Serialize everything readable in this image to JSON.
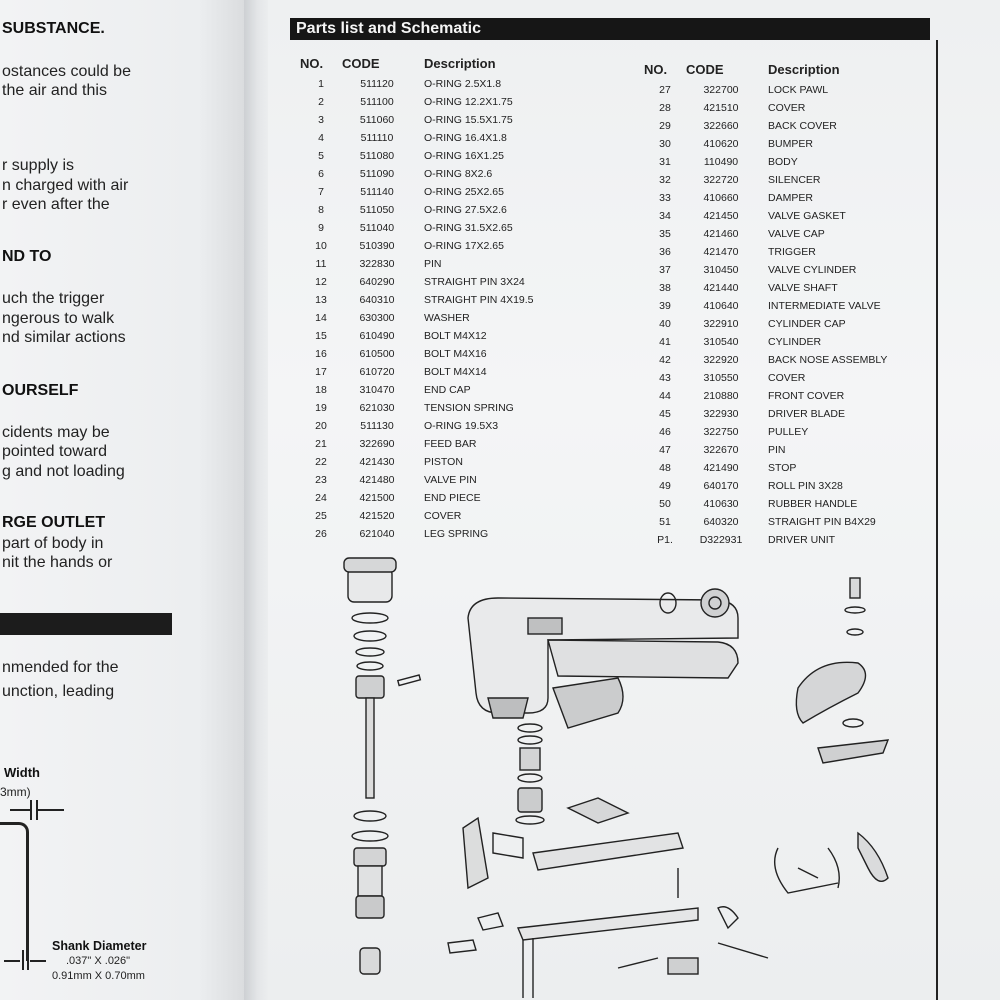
{
  "left_page": {
    "lines": [
      {
        "text": "SUBSTANCE.",
        "bold": true
      },
      {
        "text": "ostances could be",
        "bold": false
      },
      {
        "text": "the air and this",
        "bold": false
      },
      {
        "text": "r supply is",
        "bold": false
      },
      {
        "text": "n charged with air",
        "bold": false
      },
      {
        "text": "r even after the",
        "bold": false
      },
      {
        "text": "ND TO",
        "bold": true
      },
      {
        "text": "uch the trigger",
        "bold": false
      },
      {
        "text": "ngerous to walk",
        "bold": false
      },
      {
        "text": "nd similar actions",
        "bold": false
      },
      {
        "text": "OURSELF",
        "bold": true
      },
      {
        "text": "cidents may be",
        "bold": false
      },
      {
        "text": "pointed toward",
        "bold": false
      },
      {
        "text": "g and not loading",
        "bold": false
      },
      {
        "text": "RGE OUTLET",
        "bold": true
      },
      {
        "text": "part of body in",
        "bold": false
      },
      {
        "text": "nit the hands or",
        "bold": false
      },
      {
        "text": "nmended for the",
        "bold": false
      },
      {
        "text": "unction, leading",
        "bold": false
      }
    ],
    "width_label": "Width",
    "width_value": "3mm)",
    "shank_label": "Shank Diameter",
    "shank_in": ".037\" X .026\"",
    "shank_mm": "0.91mm X 0.70mm"
  },
  "section_title": "Parts list and Schematic",
  "columns": {
    "no": "NO.",
    "code": "CODE",
    "description": "Description"
  },
  "parts_left": [
    {
      "no": "1",
      "code": "511120",
      "desc": "O-RING 2.5X1.8"
    },
    {
      "no": "2",
      "code": "511100",
      "desc": "O-RING 12.2X1.75"
    },
    {
      "no": "3",
      "code": "511060",
      "desc": "O-RING 15.5X1.75"
    },
    {
      "no": "4",
      "code": "511110",
      "desc": "O-RING 16.4X1.8"
    },
    {
      "no": "5",
      "code": "511080",
      "desc": "O-RING 16X1.25"
    },
    {
      "no": "6",
      "code": "511090",
      "desc": "O-RING 8X2.6"
    },
    {
      "no": "7",
      "code": "511140",
      "desc": "O-RING 25X2.65"
    },
    {
      "no": "8",
      "code": "511050",
      "desc": "O-RING 27.5X2.6"
    },
    {
      "no": "9",
      "code": "511040",
      "desc": "O-RING 31.5X2.65"
    },
    {
      "no": "10",
      "code": "510390",
      "desc": "O-RING 17X2.65"
    },
    {
      "no": "11",
      "code": "322830",
      "desc": "PIN"
    },
    {
      "no": "12",
      "code": "640290",
      "desc": "STRAIGHT PIN 3X24"
    },
    {
      "no": "13",
      "code": "640310",
      "desc": "STRAIGHT PIN 4X19.5"
    },
    {
      "no": "14",
      "code": "630300",
      "desc": "WASHER"
    },
    {
      "no": "15",
      "code": "610490",
      "desc": "BOLT M4X12"
    },
    {
      "no": "16",
      "code": "610500",
      "desc": "BOLT M4X16"
    },
    {
      "no": "17",
      "code": "610720",
      "desc": "BOLT M4X14"
    },
    {
      "no": "18",
      "code": "310470",
      "desc": "END CAP"
    },
    {
      "no": "19",
      "code": "621030",
      "desc": "TENSION SPRING"
    },
    {
      "no": "20",
      "code": "511130",
      "desc": "O-RING 19.5X3"
    },
    {
      "no": "21",
      "code": "322690",
      "desc": "FEED BAR"
    },
    {
      "no": "22",
      "code": "421430",
      "desc": "PISTON"
    },
    {
      "no": "23",
      "code": "421480",
      "desc": "VALVE PIN"
    },
    {
      "no": "24",
      "code": "421500",
      "desc": "END PIECE"
    },
    {
      "no": "25",
      "code": "421520",
      "desc": "COVER"
    },
    {
      "no": "26",
      "code": "621040",
      "desc": "LEG SPRING"
    }
  ],
  "parts_right": [
    {
      "no": "27",
      "code": "322700",
      "desc": "LOCK PAWL"
    },
    {
      "no": "28",
      "code": "421510",
      "desc": "COVER"
    },
    {
      "no": "29",
      "code": "322660",
      "desc": "BACK COVER"
    },
    {
      "no": "30",
      "code": "410620",
      "desc": "BUMPER"
    },
    {
      "no": "31",
      "code": "110490",
      "desc": "BODY"
    },
    {
      "no": "32",
      "code": "322720",
      "desc": "SILENCER"
    },
    {
      "no": "33",
      "code": "410660",
      "desc": "DAMPER"
    },
    {
      "no": "34",
      "code": "421450",
      "desc": "VALVE GASKET"
    },
    {
      "no": "35",
      "code": "421460",
      "desc": "VALVE CAP"
    },
    {
      "no": "36",
      "code": "421470",
      "desc": "TRIGGER"
    },
    {
      "no": "37",
      "code": "310450",
      "desc": "VALVE CYLINDER"
    },
    {
      "no": "38",
      "code": "421440",
      "desc": "VALVE SHAFT"
    },
    {
      "no": "39",
      "code": "410640",
      "desc": "INTERMEDIATE VALVE"
    },
    {
      "no": "40",
      "code": "322910",
      "desc": "CYLINDER CAP"
    },
    {
      "no": "41",
      "code": "310540",
      "desc": "CYLINDER"
    },
    {
      "no": "42",
      "code": "322920",
      "desc": "BACK NOSE ASSEMBLY"
    },
    {
      "no": "43",
      "code": "310550",
      "desc": "COVER"
    },
    {
      "no": "44",
      "code": "210880",
      "desc": "FRONT COVER"
    },
    {
      "no": "45",
      "code": "322930",
      "desc": "DRIVER BLADE"
    },
    {
      "no": "46",
      "code": "322750",
      "desc": "PULLEY"
    },
    {
      "no": "47",
      "code": "322670",
      "desc": "PIN"
    },
    {
      "no": "48",
      "code": "421490",
      "desc": "STOP"
    },
    {
      "no": "49",
      "code": "640170",
      "desc": "ROLL PIN 3X28"
    },
    {
      "no": "50",
      "code": "410630",
      "desc": "RUBBER HANDLE"
    },
    {
      "no": "51",
      "code": "640320",
      "desc": "STRAIGHT PIN B4X29"
    },
    {
      "no": "P1.",
      "code": "D322931",
      "desc": "DRIVER UNIT"
    }
  ]
}
